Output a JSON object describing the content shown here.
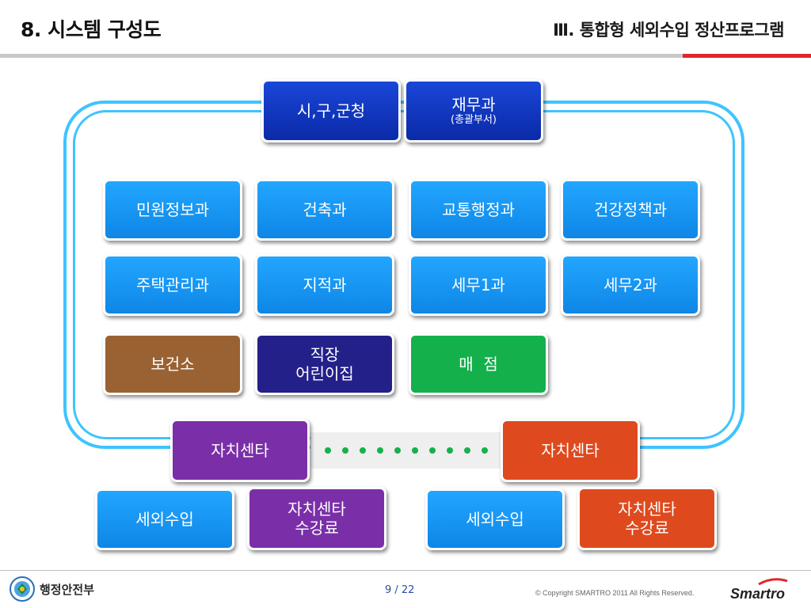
{
  "header": {
    "title": "8. 시스템 구성도",
    "section": "Ⅲ. 통합형 세외수입 정산프로그램"
  },
  "top_row": {
    "city": "시,구,군청",
    "finance_title": "재무과",
    "finance_sub": "(총괄부서)"
  },
  "departments": {
    "row1": [
      "민원정보과",
      "건축과",
      "교통행정과",
      "건강정책과"
    ],
    "row2": [
      "주택관리과",
      "지적과",
      "세무1과",
      "세무2과"
    ],
    "health_center": "보건소",
    "daycare_line1": "직장",
    "daycare_line2": "어린이집",
    "store": "매  점"
  },
  "centers": {
    "left": "자치센타",
    "right": "자치센타"
  },
  "bottom": {
    "left_revenue": "세외수입",
    "left_fee_line1": "자치센타",
    "left_fee_line2": "수강료",
    "right_revenue": "세외수입",
    "right_fee_line1": "자치센타",
    "right_fee_line2": "수강료"
  },
  "footer": {
    "logo": "행정안전부",
    "page": "9 / 22",
    "copyright": "© Copyright SMARTRO 2011 All Rights Reserved.",
    "brand": "Smartro"
  },
  "colors": {
    "loop": "#3ec4ff",
    "navy": "#0a2aa8",
    "blue": "#0e86e6",
    "brown": "#9a6232",
    "dark_navy": "#24208a",
    "green": "#14b04c",
    "purple": "#7a2fa8",
    "red": "#de4a1e",
    "accent_bar": "#e2262b"
  }
}
